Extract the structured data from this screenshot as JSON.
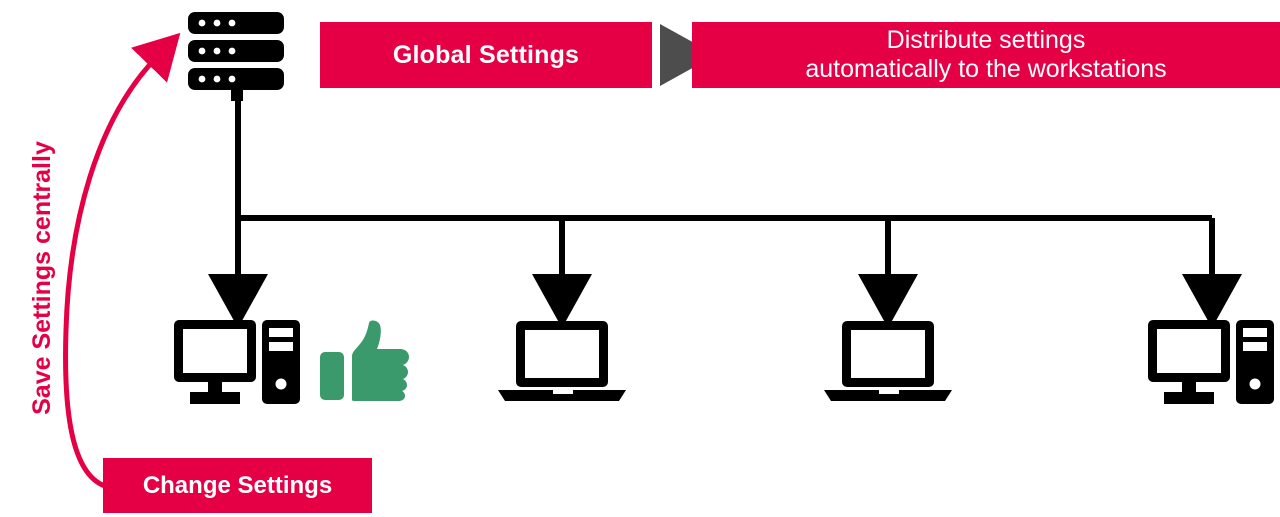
{
  "diagram": {
    "title_banner": {
      "label": "Global Settings",
      "color": "#E50046",
      "text_color": "#FFFFFF"
    },
    "distribute_banner": {
      "line1": "Distribute settings",
      "line2": "automatically to the workstations",
      "color": "#E50046",
      "text_color": "#FFFFFF"
    },
    "change_banner": {
      "label": "Change Settings",
      "color": "#E50046",
      "text_color": "#FFFFFF"
    },
    "vertical_label": {
      "text": "Save Settings centrally",
      "color": "#E50046",
      "rotation": "-90"
    },
    "separator": {
      "icon": "play-triangle-icon",
      "color": "#4D4D4D"
    },
    "colors": {
      "accent_red": "#E50046",
      "icon_black": "#000000",
      "thumb_green": "#3A9A6B",
      "triangle_gray": "#4D4D4D",
      "background": "#FFFFFF"
    },
    "server": {
      "icon": "server-rack-icon",
      "units": 3,
      "dots_per_unit": 3
    },
    "workstations": [
      {
        "icon": "desktop-computer-icon",
        "badge": "thumbs-up-icon",
        "badge_color": "#3A9A6B"
      },
      {
        "icon": "laptop-icon",
        "badge": null,
        "badge_color": null
      },
      {
        "icon": "laptop-icon",
        "badge": null,
        "badge_color": null
      },
      {
        "icon": "desktop-computer-icon",
        "badge": null,
        "badge_color": null
      }
    ],
    "connectors": {
      "bus_color": "#000000",
      "feedback_arrow_color": "#E50046",
      "branch_count": 4
    }
  }
}
